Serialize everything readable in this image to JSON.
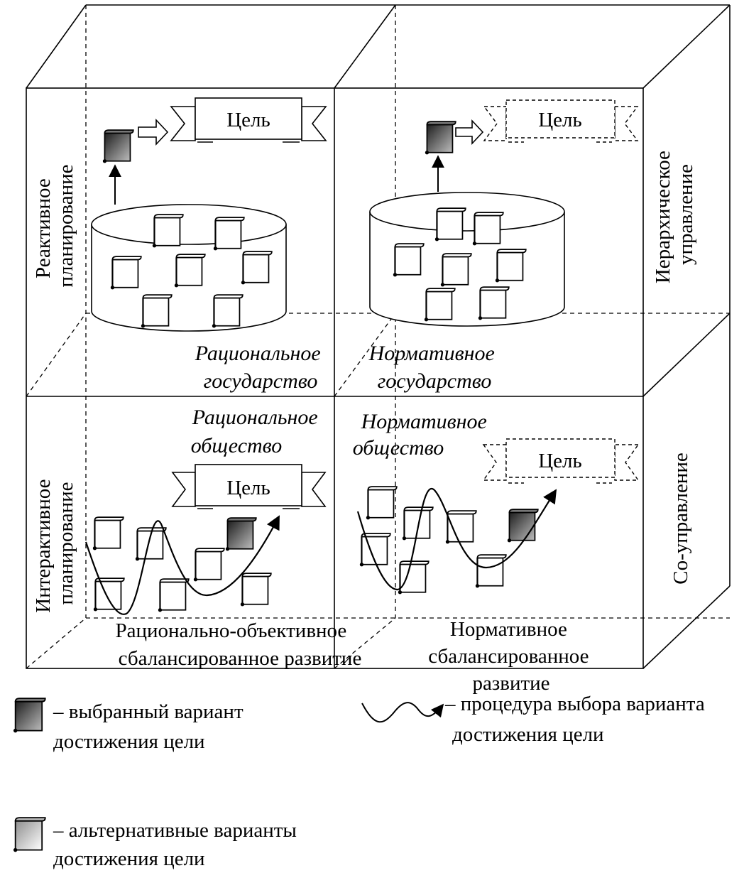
{
  "diagram": {
    "goal_label": "Цель",
    "side_labels": {
      "reactive_planning": [
        "Реактивное",
        "планирование"
      ],
      "interactive_planning": [
        "Интерактивное",
        "планирование"
      ],
      "hierarchical_management": [
        "Иерархическое",
        "управление"
      ],
      "co_management": "Со-управление"
    },
    "cells": {
      "rational_state": [
        "Рациональное",
        "государство"
      ],
      "normative_state": [
        "Нормативное",
        "государство"
      ],
      "rational_society": [
        "Рациональное",
        "общество"
      ],
      "normative_society": [
        "Нормативное",
        "общество"
      ]
    },
    "bottom_labels": {
      "rational_balanced": [
        "Рационально-объективное",
        "сбалансированное развитие"
      ],
      "normative_balanced": [
        "Нормативное",
        "сбалансированное",
        "развитие"
      ]
    }
  },
  "legend": {
    "selected": [
      "– выбранный вариант",
      "достижения цели"
    ],
    "procedure": [
      "– процедура выбора варианта",
      "достижения цели"
    ],
    "alternatives": [
      "– альтернативные варианты",
      "достижения цели"
    ]
  },
  "colors": {
    "line": "#000000",
    "selected_scroll_dark": "#3a3a3a",
    "selected_scroll_light": "#b8b8b8",
    "alt_scroll_fill": "#ffffff"
  }
}
